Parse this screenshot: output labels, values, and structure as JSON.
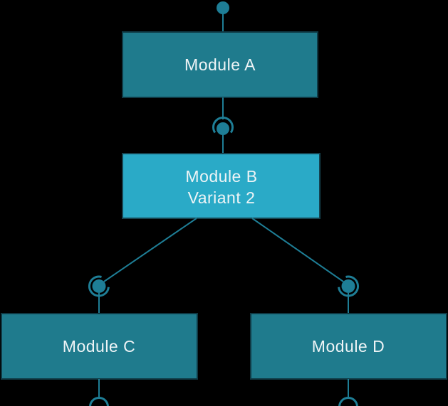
{
  "diagram": {
    "type": "block-diagram",
    "nodes": [
      {
        "id": "module-a",
        "label": "Module A",
        "style": "dark"
      },
      {
        "id": "module-b",
        "label": "Module B",
        "sublabel": "Variant 2",
        "style": "light"
      },
      {
        "id": "module-c",
        "label": "Module C",
        "style": "dark"
      },
      {
        "id": "module-d",
        "label": "Module D",
        "style": "dark"
      }
    ],
    "connections": [
      {
        "from": "external-top",
        "to": "module-a",
        "connector": "ball"
      },
      {
        "from": "module-a",
        "to": "module-b",
        "connector": "ball-and-socket"
      },
      {
        "from": "module-b",
        "to": "module-c",
        "connector": "ball-and-socket"
      },
      {
        "from": "module-b",
        "to": "module-d",
        "connector": "ball-and-socket"
      },
      {
        "from": "module-c",
        "to": "external-bottom-left",
        "connector": "open-socket"
      },
      {
        "from": "module-d",
        "to": "external-bottom-right",
        "connector": "open-socket"
      }
    ]
  },
  "colors": {
    "background": "#000000",
    "node_fill_dark": "#1f7b8d",
    "node_border_dark": "#0f3944",
    "node_fill_light": "#2aaac7",
    "node_border_light": "#16434f",
    "connector": "#1e7e96",
    "label_text": "#eef4f6"
  }
}
